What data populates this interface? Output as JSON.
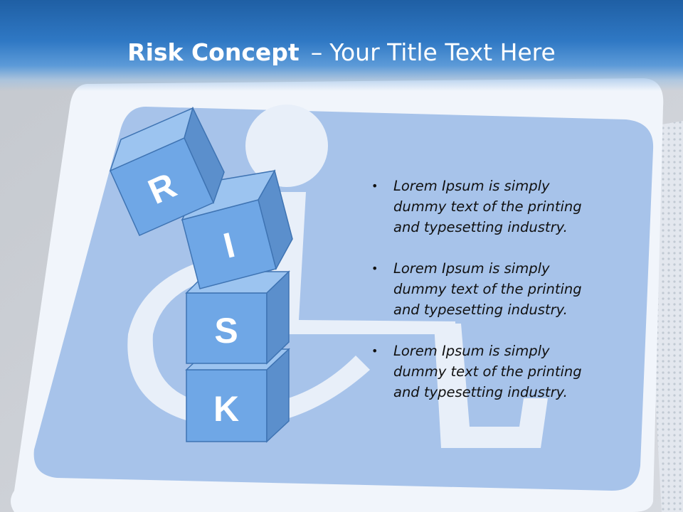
{
  "title": {
    "bold": "Risk Concept",
    "separator": "–",
    "rest": "Your Title Text Here"
  },
  "cubes": [
    {
      "letter": "R"
    },
    {
      "letter": "I"
    },
    {
      "letter": "S"
    },
    {
      "letter": "K"
    }
  ],
  "bullets": [
    {
      "marker": "•",
      "text": "Lorem Ipsum is simply dummy text of the printing and typesetting industry."
    },
    {
      "marker": "•",
      "text": "Lorem Ipsum is simply dummy text of the printing and typesetting industry."
    },
    {
      "marker": "•",
      "text": "Lorem Ipsum is simply dummy text of the printing and typesetting industry."
    }
  ],
  "background": {
    "icon": "wheelchair-accessibility-icon",
    "sign_color": "#a7c3ea",
    "panel_color": "#f1f5fb"
  },
  "colors": {
    "header_top": "#1f5fa4",
    "cube_front": "#6fa7e6",
    "cube_top": "#9cc4f0",
    "cube_side": "#5b8fcc",
    "cube_edge": "#3f74b3"
  }
}
